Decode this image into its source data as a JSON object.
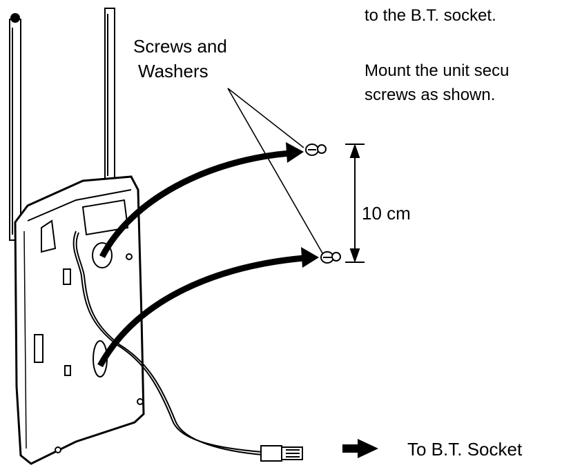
{
  "instructions": {
    "line1": "to the B.T. socket.",
    "line2": "Mount the unit secu",
    "line3": "screws as shown."
  },
  "labels": {
    "screws_line1": "Screws and",
    "screws_line2": "Washers",
    "distance": "10 cm",
    "socket": "To B.T. Socket"
  },
  "colors": {
    "ink": "#000000",
    "paper": "#ffffff"
  },
  "icons": {
    "arrow": "right-arrow-icon"
  }
}
